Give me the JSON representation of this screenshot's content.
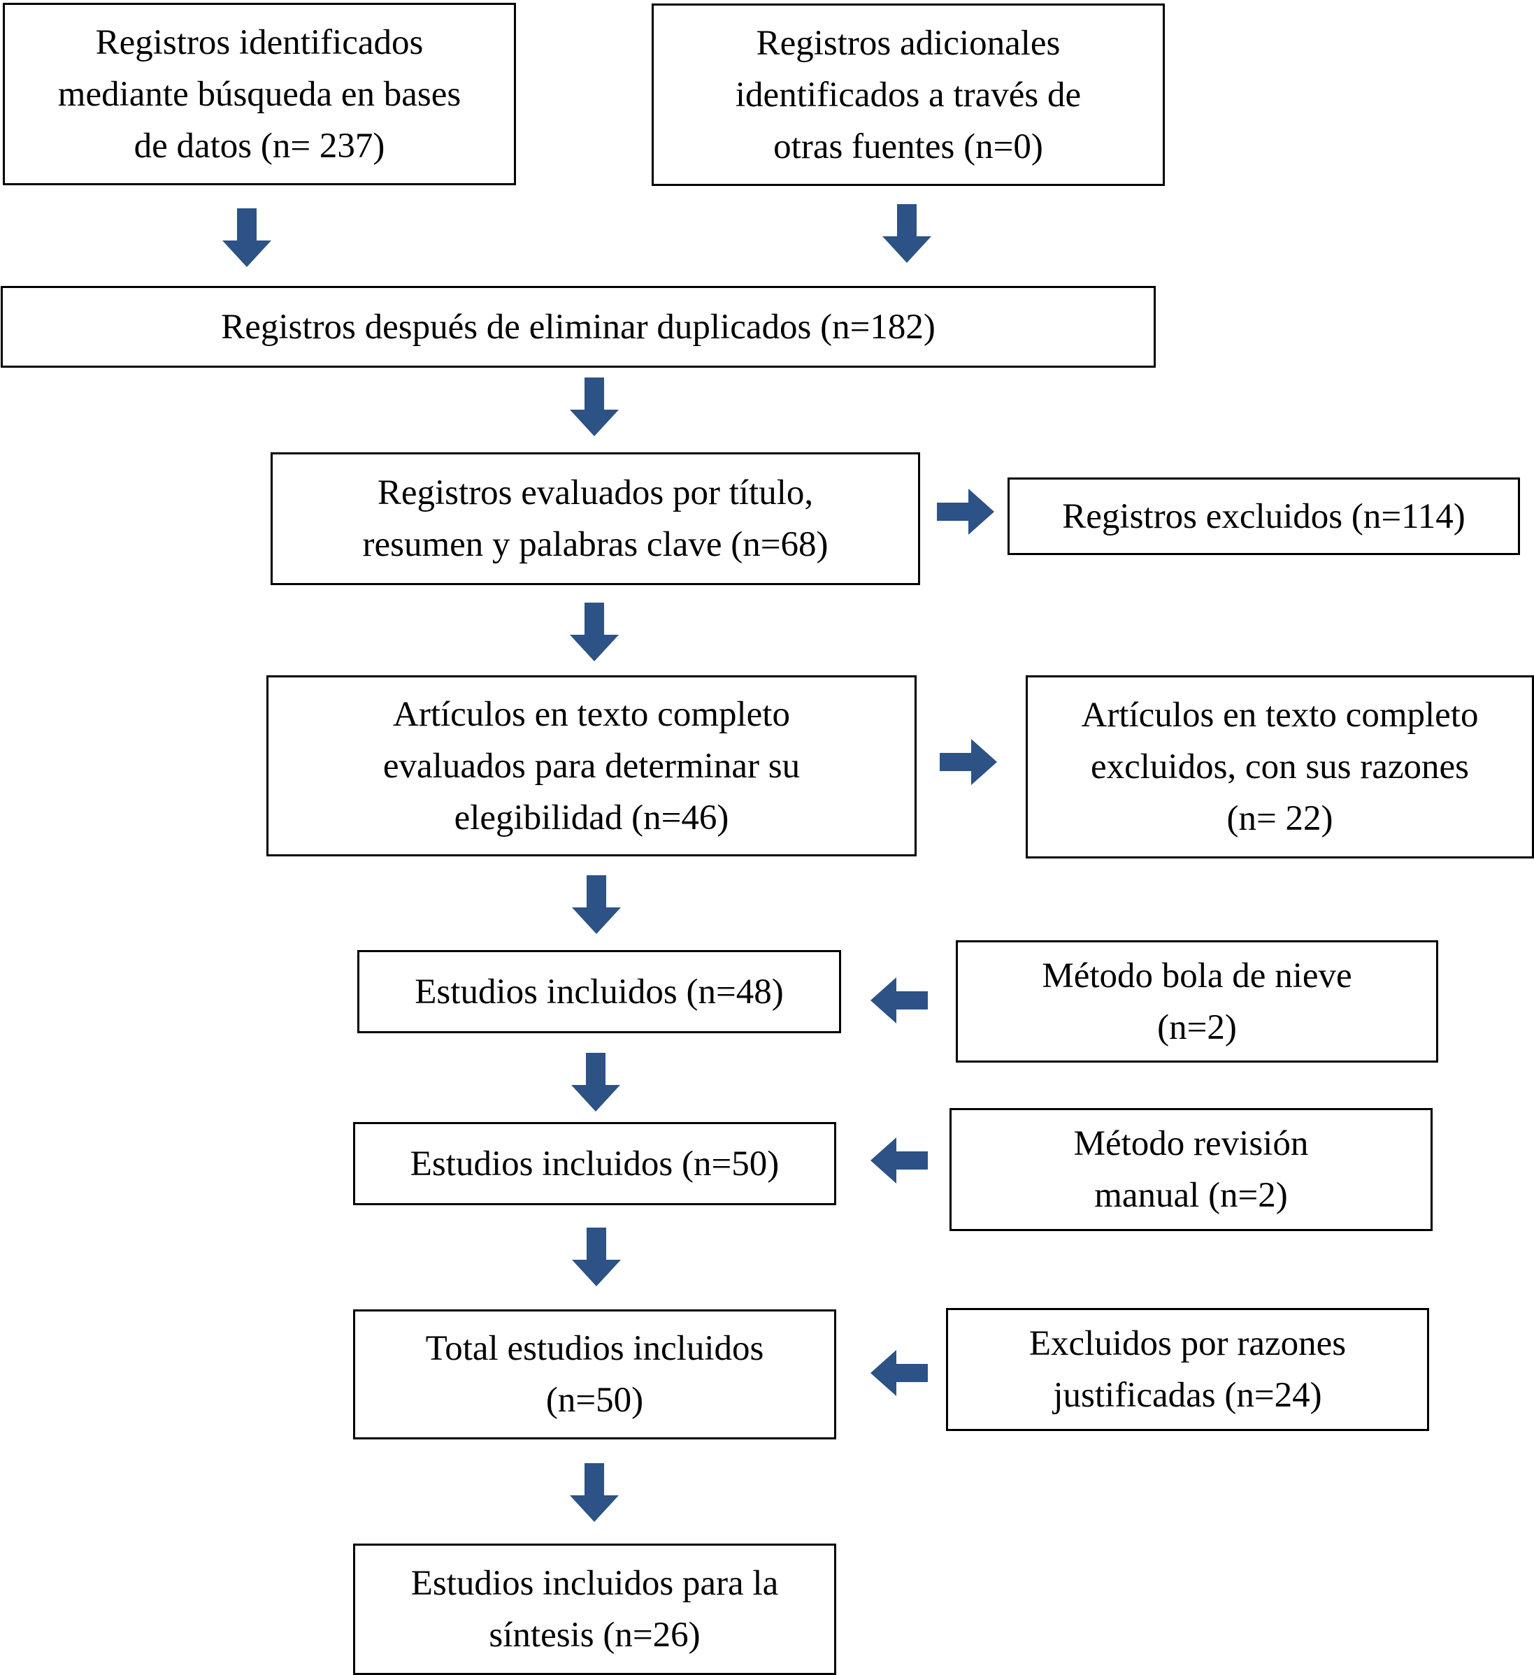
{
  "diagram": {
    "arrow_color": "#2c5286",
    "boxes": {
      "identified_db": "Registros identificados\nmediante búsqueda en bases\nde datos (n= 237)",
      "identified_other": "Registros adicionales\nidentificados a través de\notras fuentes (n=0)",
      "after_duplicates": "Registros después de eliminar duplicados (n=182)",
      "screened": "Registros evaluados por título,\nresumen y palabras clave (n=68)",
      "excluded_records": "Registros excluidos (n=114)",
      "fulltext_assessed": "Artículos en texto completo\nevaluados para determinar su\nelegibilidad (n=46)",
      "fulltext_excluded": "Artículos en texto completo\nexcluidos, con sus razones\n(n= 22)",
      "included_48": "Estudios incluidos (n=48)",
      "snowball": "Método bola de nieve\n(n=2)",
      "included_50": "Estudios incluidos (n=50)",
      "manual_review": "Método revisión\nmanual (n=2)",
      "total_included": "Total estudios incluidos\n(n=50)",
      "excluded_justified": "Excluidos por razones\njustificadas (n=24)",
      "synthesis": "Estudios incluidos para la\nsíntesis (n=26)"
    }
  }
}
